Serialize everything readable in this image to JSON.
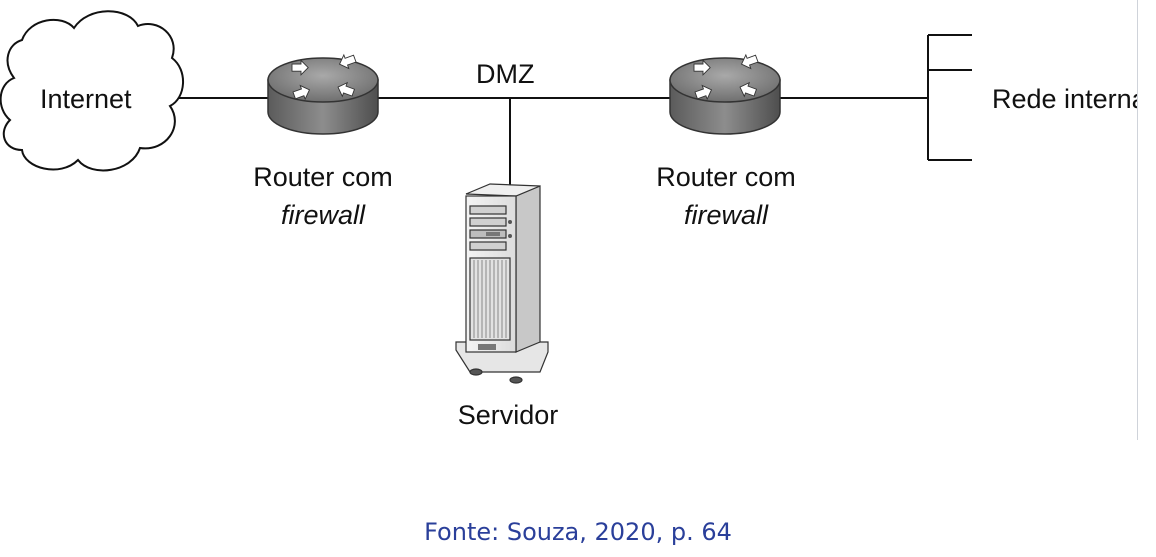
{
  "diagram": {
    "nodes": {
      "internet": {
        "label": "Internet",
        "icon": "cloud-icon"
      },
      "router_left": {
        "label_line1": "Router com",
        "label_line2": "firewall",
        "icon": "router-icon"
      },
      "dmz": {
        "label": "DMZ"
      },
      "server": {
        "label": "Servidor",
        "icon": "server-tower-icon"
      },
      "router_right": {
        "label_line1": "Router com",
        "label_line2": "firewall",
        "icon": "router-icon"
      },
      "internal_network": {
        "label": "Rede interna",
        "icon": "network-bus-icon"
      }
    },
    "edges": [
      {
        "from": "internet",
        "to": "router_left"
      },
      {
        "from": "router_left",
        "to": "router_right",
        "via": "dmz"
      },
      {
        "from": "dmz",
        "to": "server"
      },
      {
        "from": "router_right",
        "to": "internal_network"
      }
    ]
  },
  "caption": "Fonte: Souza, 2020, p. 64",
  "colors": {
    "caption": "#2a3f9a",
    "router_body": "#8a8a8a",
    "line": "#111111"
  }
}
